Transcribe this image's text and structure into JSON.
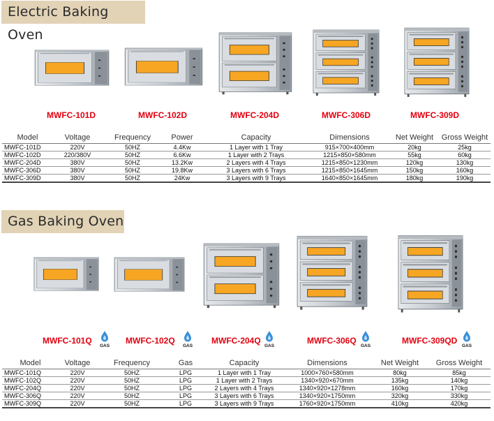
{
  "electric": {
    "title": "Electric Baking Oven",
    "models": [
      "MWFC-101D",
      "MWFC-102D",
      "MWFC-204D",
      "MWFC-306D",
      "MWFC-309D"
    ],
    "headers": [
      "Model",
      "Voltage",
      "Frequency",
      "Power",
      "Capacity",
      "Dimensions",
      "Net Weight",
      "Gross Weight"
    ],
    "rows": [
      [
        "MWFC-101D",
        "220V",
        "50HZ",
        "4.4Kw",
        "1 Layer with 1 Tray",
        "915×700×400mm",
        "20kg",
        "25kg"
      ],
      [
        "MWFC-102D",
        "220/380V",
        "50HZ",
        "6.6Kw",
        "1 Layer with 2 Trays",
        "1215×850×580mm",
        "55kg",
        "60kg"
      ],
      [
        "MWFC-204D",
        "380V",
        "50HZ",
        "13.2Kw",
        "2 Layers with 4 Trays",
        "1215×850×1230mm",
        "120kg",
        "130kg"
      ],
      [
        "MWFC-306D",
        "380V",
        "50HZ",
        "19.8Kw",
        "3 Layers with 6 Trays",
        "1215×850×1645mm",
        "150kg",
        "160kg"
      ],
      [
        "MWFC-309D",
        "380V",
        "50HZ",
        "24Kw",
        "3 Layers with 9 Trays",
        "1640×850×1645mm",
        "180kg",
        "190kg"
      ]
    ]
  },
  "gas": {
    "title": "Gas Baking Oven",
    "models": [
      "MWFC-101Q",
      "MWFC-102Q",
      "MWFC-204Q",
      "MWFC-306Q",
      "MWFC-309QD"
    ],
    "gas_icon_label": "GAS",
    "headers": [
      "Model",
      "Voltage",
      "Frequency",
      "Gas",
      "Capacity",
      "Dimensions",
      "Net Weight",
      "Gross Weight"
    ],
    "rows": [
      [
        "MWFC-101Q",
        "220V",
        "50HZ",
        "LPG",
        "1 Layer with 1 Tray",
        "1000×760×580mm",
        "80kg",
        "85kg"
      ],
      [
        "MWFC-102Q",
        "220V",
        "50HZ",
        "LPG",
        "1 Layer with 2 Trays",
        "1340×920×670mm",
        "135kg",
        "140kg"
      ],
      [
        "MWFC-204Q",
        "220V",
        "50HZ",
        "LPG",
        "2 Layers with 4 Trays",
        "1340×920×1278mm",
        "160kg",
        "170kg"
      ],
      [
        "MWFC-306Q",
        "220V",
        "50HZ",
        "LPG",
        "3 Layers with 6 Trays",
        "1340×920×1750mm",
        "320kg",
        "330kg"
      ],
      [
        "MWFC-309Q",
        "220V",
        "50HZ",
        "LPG",
        "3 Layers with 9 Trays",
        "1760×920×1750mm",
        "410kg",
        "420kg"
      ]
    ]
  },
  "colors": {
    "banner_bg": "#e2d3b6",
    "model_label": "#e3000f",
    "steel": "#c8cdd2",
    "window_glow": "#f6a623",
    "gas_flame": "#3a8fd6"
  },
  "icons": {
    "gas": "gas-drop-icon"
  }
}
